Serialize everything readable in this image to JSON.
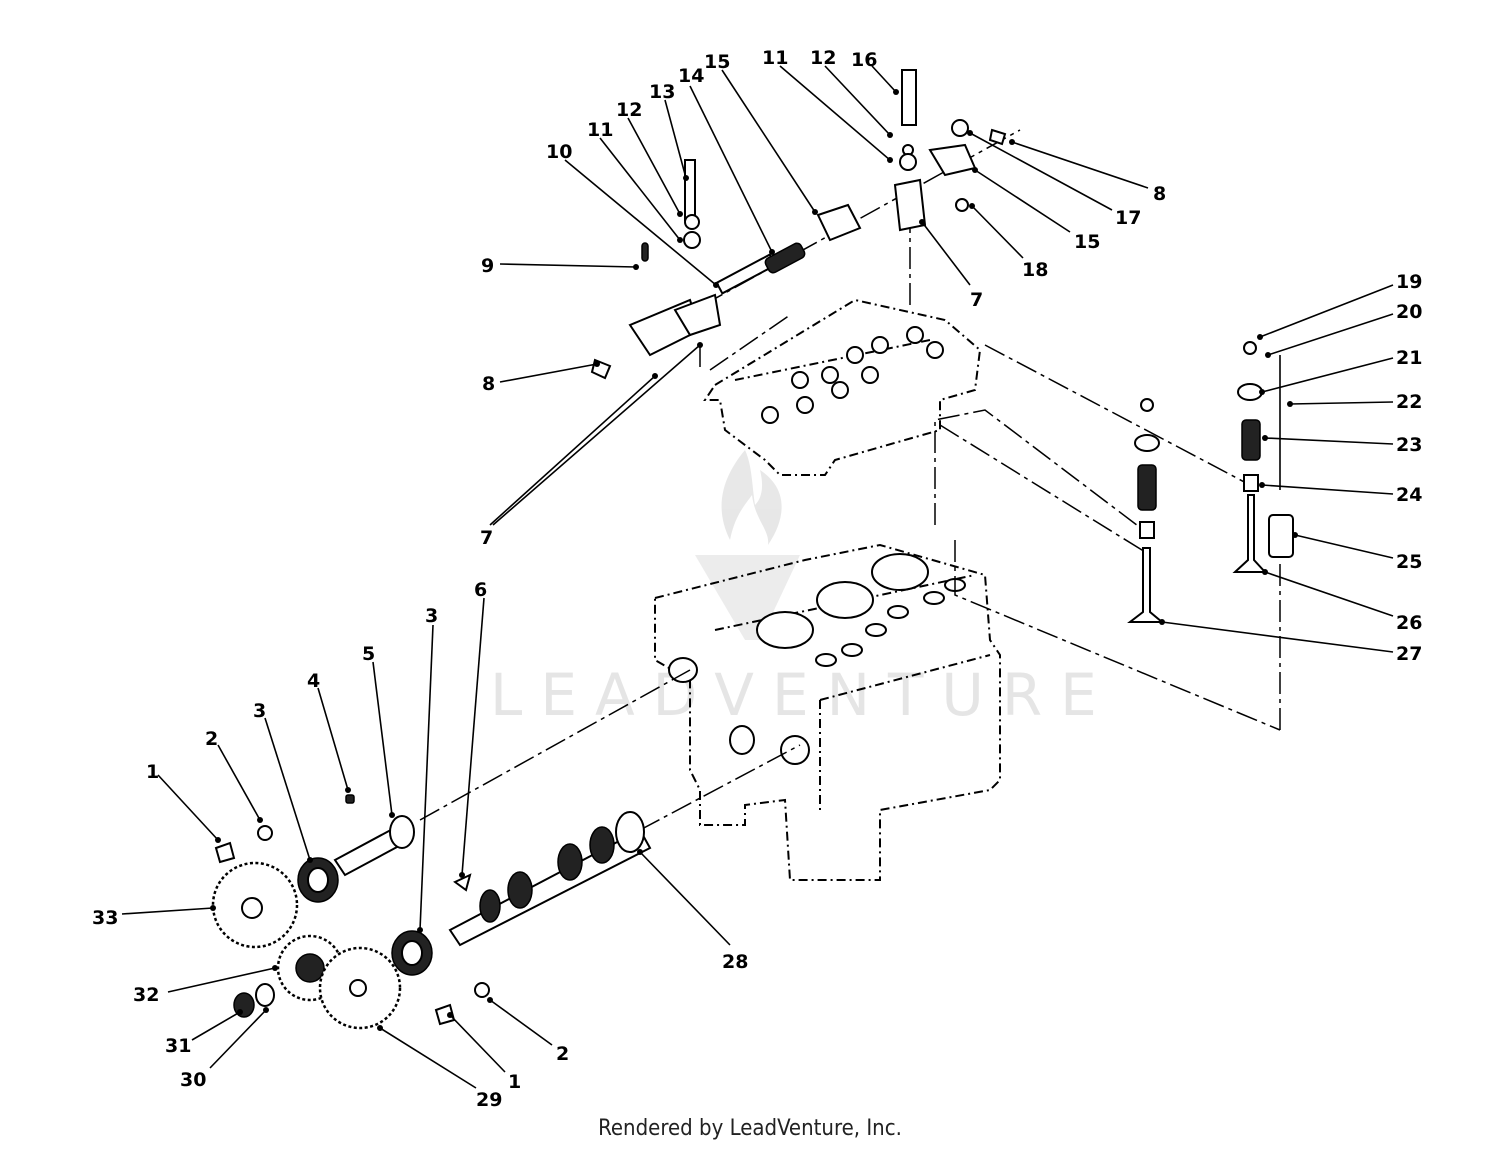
{
  "watermark": {
    "brand": "LEADVENTURE"
  },
  "footer": {
    "credit": "Rendered by LeadVenture, Inc."
  },
  "callouts": [
    "1",
    "2",
    "3",
    "4",
    "5",
    "3",
    "6",
    "1",
    "2",
    "29",
    "30",
    "31",
    "32",
    "33",
    "28",
    "7",
    "8",
    "9",
    "10",
    "11",
    "12",
    "13",
    "14",
    "15",
    "11",
    "12",
    "16",
    "8",
    "17",
    "15",
    "18",
    "7",
    "19",
    "20",
    "21",
    "22",
    "23",
    "24",
    "25",
    "26",
    "27"
  ]
}
